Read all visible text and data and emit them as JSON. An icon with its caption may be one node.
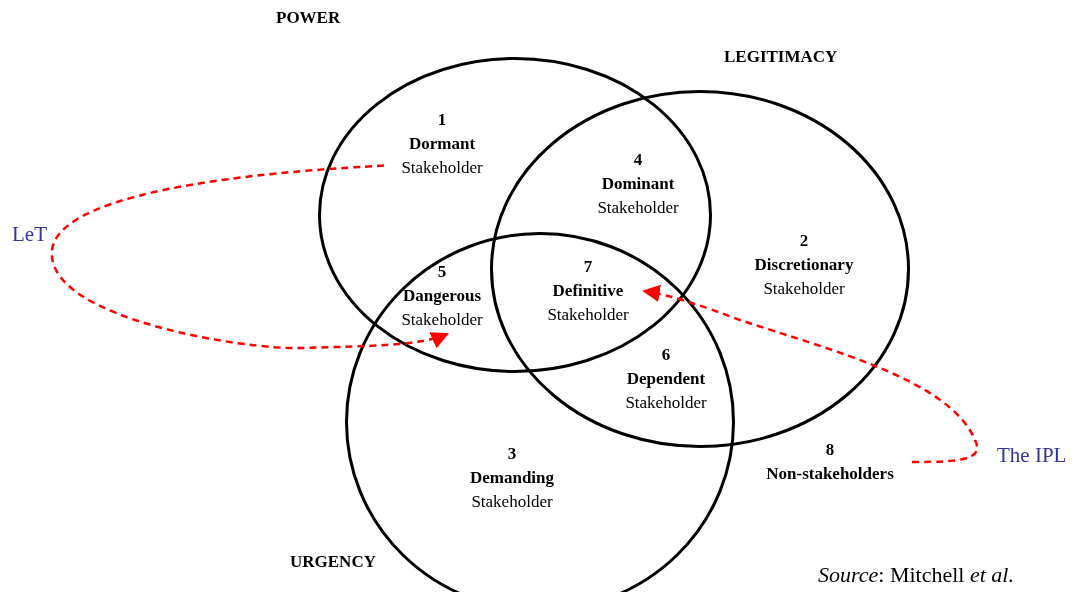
{
  "diagram": {
    "caption": "*Source*: Mitchell *et al.*",
    "nodes": [
      {
        "text": [
          "POWER"
        ]
      },
      {
        "text": [
          "LEGITIMACY"
        ]
      },
      {
        "text": [
          "URGENCY"
        ]
      },
      {
        "text": [
          "1",
          "Dormant",
          "Stakeholder"
        ],
        "in": 0
      },
      {
        "text": [
          "4",
          "Dominant",
          "Stakeholder"
        ]
      },
      {
        "text": [
          "2",
          "Discretionary",
          "Stakeholder"
        ],
        "in": 1
      },
      {
        "text": [
          "5",
          "Dangerous",
          "Stakeholder"
        ]
      },
      {
        "text": [
          "7",
          "Definitive",
          "Stakeholder"
        ]
      },
      {
        "text": [
          "6",
          "Dependent",
          "Stakeholder"
        ]
      },
      {
        "text": [
          "3",
          "Demanding",
          "Stakeholder"
        ],
        "in": 2
      },
      {
        "text": [
          "8",
          "Non-stakeholders"
        ]
      }
    ],
    "edges": [
      {
        "from": 3,
        "to": 6,
        "arrow": "to",
        "style": "dashed",
        "label": "LeT"
      },
      {
        "from": 10,
        "to": 7,
        "arrow": "to",
        "style": "dashed",
        "label": "The IPL"
      }
    ]
  }
}
